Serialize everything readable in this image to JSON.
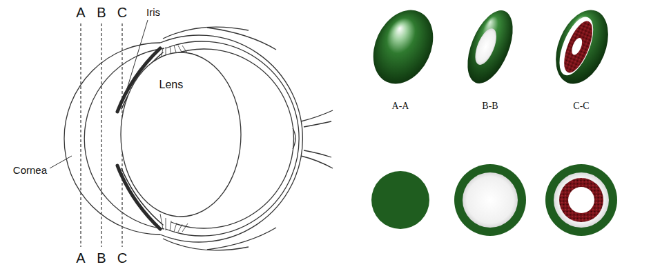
{
  "diagram": {
    "nodes": [
      {
        "text": [
          "Lens"
        ]
      }
    ],
    "labels": [
      "A",
      "B",
      "C",
      "Iris",
      "Cornea",
      "A",
      "B",
      "C",
      "A-A",
      "B-B",
      "C-C"
    ]
  }
}
